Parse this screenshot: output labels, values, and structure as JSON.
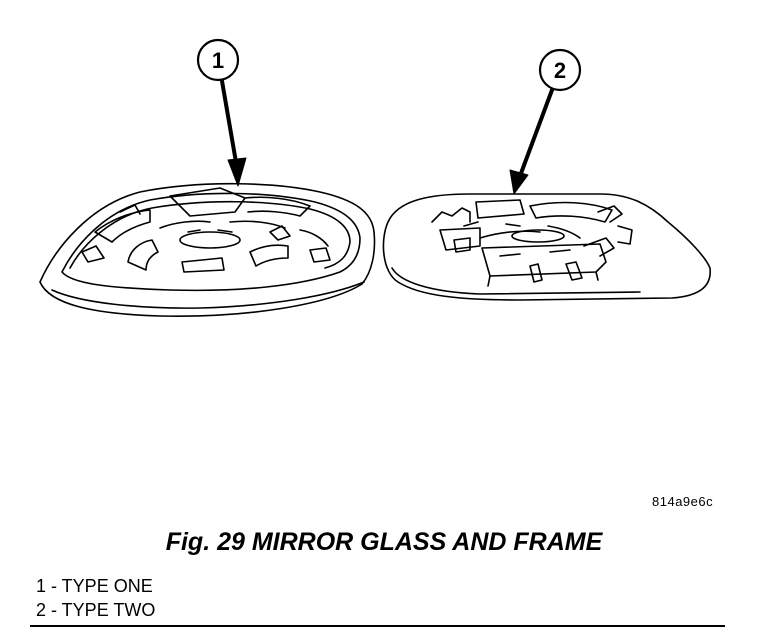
{
  "callouts": [
    {
      "number": "1"
    },
    {
      "number": "2"
    }
  ],
  "figure_code": "814a9e6c",
  "caption": "Fig. 29 MIRROR GLASS AND FRAME",
  "legend": [
    {
      "number": "1",
      "label": "1 - TYPE ONE"
    },
    {
      "number": "2",
      "label": "2 - TYPE TWO"
    }
  ]
}
